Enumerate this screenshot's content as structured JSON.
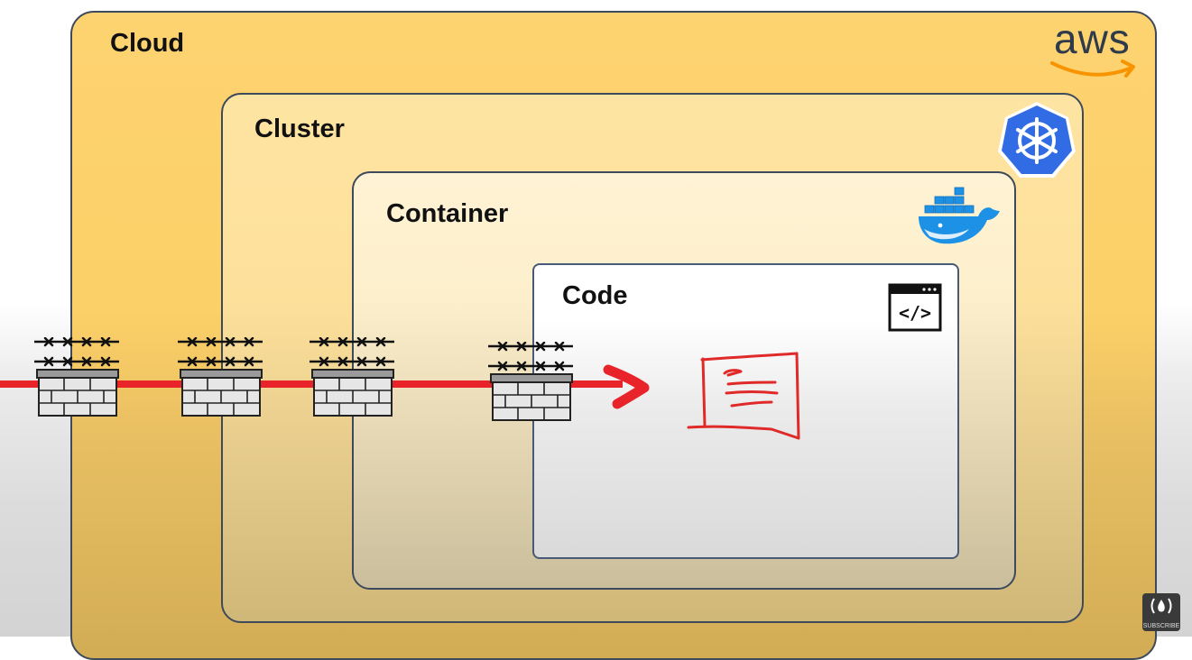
{
  "layers": {
    "cloud": "Cloud",
    "cluster": "Cluster",
    "container": "Container",
    "code": "Code"
  },
  "logos": {
    "cloud_provider": "aws",
    "orchestrator_icon": "kubernetes-wheel-icon",
    "container_icon": "docker-whale-icon",
    "code_icon": "code-window-icon",
    "code_window_text": "</>"
  },
  "attack": {
    "firewall_icon": "firewall-icon",
    "barbed_wire_icon": "barbed-wire-icon",
    "arrow_color": "#e8232a",
    "firewall_count": 4
  },
  "badge": {
    "text": "SUBSCRIBE"
  },
  "colors": {
    "cloud": "#fcd068",
    "cluster": "#fde09a",
    "container": "#fdefcc",
    "code": "#ffffff",
    "border": "#3d4a5c",
    "kubernetes": "#326ce5",
    "docker": "#1d91e6",
    "aws_smile": "#f79400"
  }
}
